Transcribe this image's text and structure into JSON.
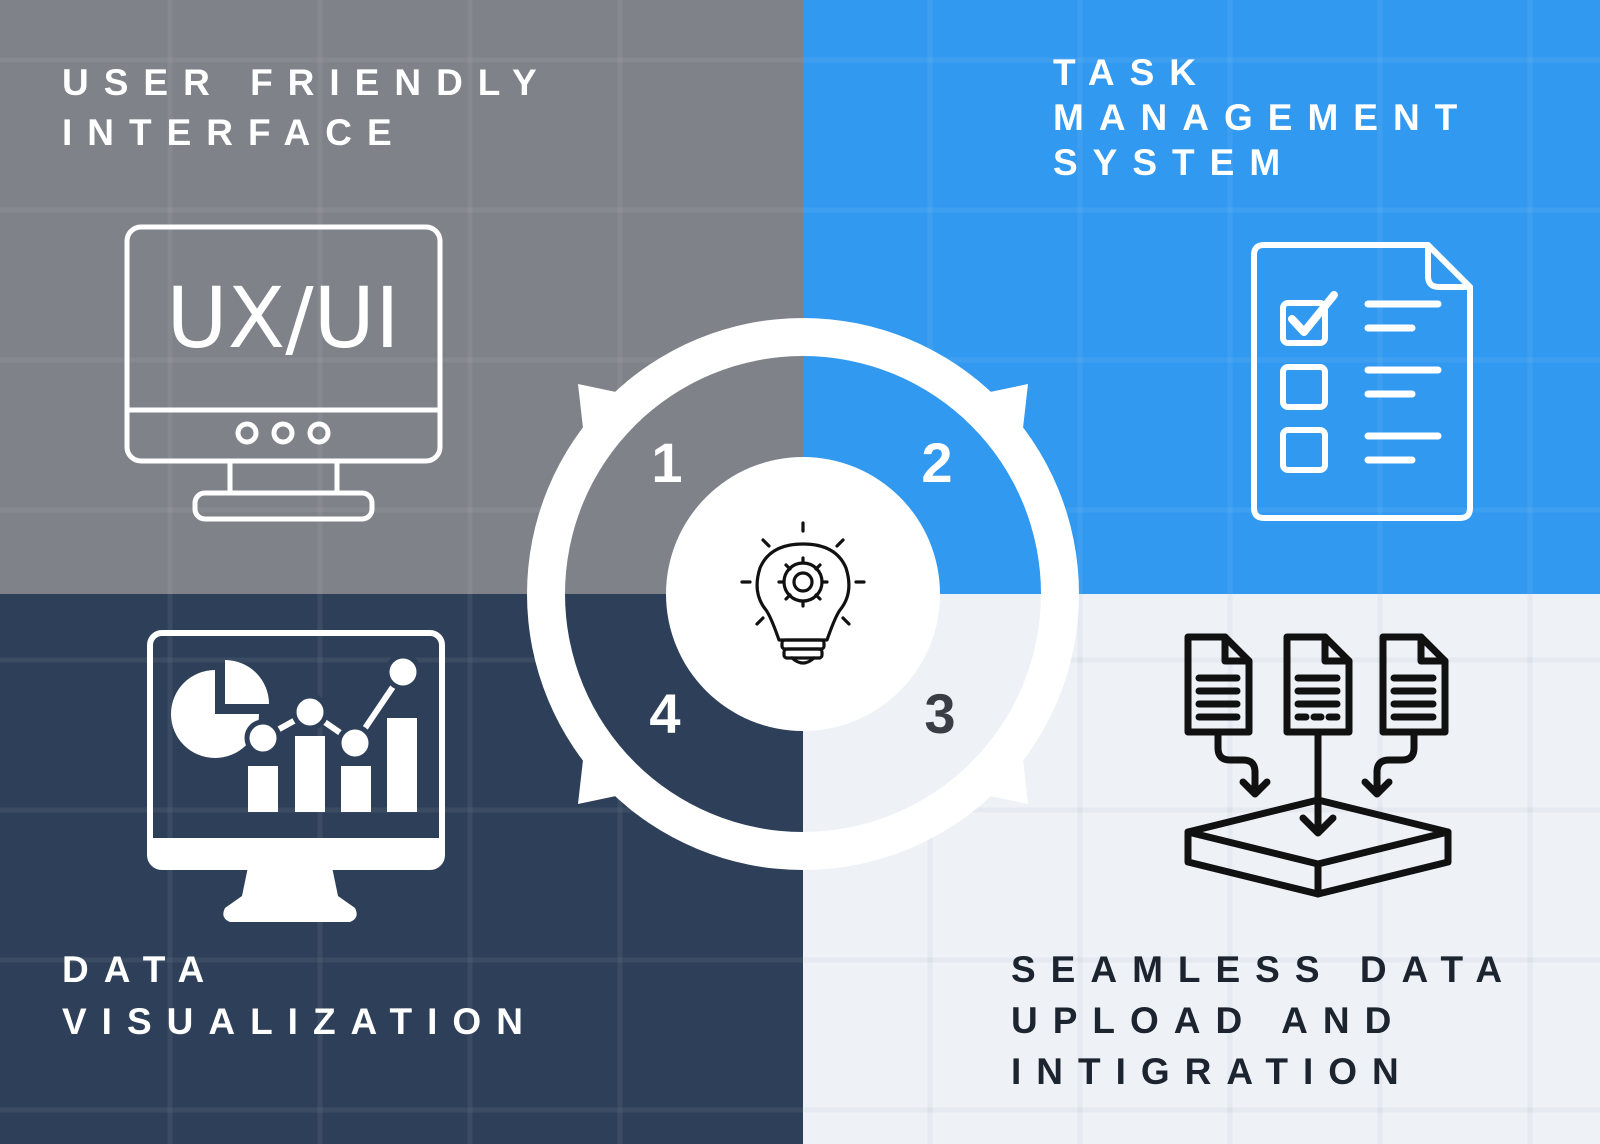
{
  "colors": {
    "quadrant_1": "#7f8289",
    "quadrant_2": "#3299f0",
    "quadrant_3": "#2e4059",
    "quadrant_4": "#eef2f7",
    "ring": "#ffffff"
  },
  "sections": [
    {
      "number": "1",
      "title_lines": [
        "USER FRIENDLY",
        "INTERFACE"
      ],
      "icon": "ux-ui-monitor-icon",
      "icon_text": "UX/UI"
    },
    {
      "number": "2",
      "title_lines": [
        "TASK",
        "MANAGEMENT",
        "SYSTEM"
      ],
      "icon": "checklist-document-icon"
    },
    {
      "number": "3",
      "title_lines": [
        "SEAMLESS DATA",
        "UPLOAD AND",
        "INTIGRATION"
      ],
      "icon": "data-integration-icon"
    },
    {
      "number": "4",
      "title_lines": [
        "DATA",
        "VISUALIZATION"
      ],
      "icon": "analytics-monitor-icon"
    }
  ],
  "center": {
    "icon": "lightbulb-gear-icon"
  }
}
